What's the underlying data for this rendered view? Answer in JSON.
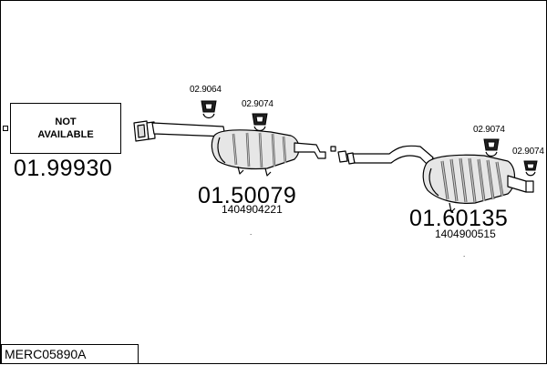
{
  "diagram": {
    "not_available_label": [
      "NOT",
      "AVAILABLE"
    ],
    "parts": [
      {
        "part_number": "01.99930",
        "oe_number": ""
      },
      {
        "part_number": "01.50079",
        "oe_number": "1404904221"
      },
      {
        "part_number": "01.60135",
        "oe_number": "1404900515"
      }
    ],
    "clamps": [
      "02.9064",
      "02.9074",
      "02.9074",
      "02.9074"
    ],
    "reference": "MERC05890A"
  }
}
